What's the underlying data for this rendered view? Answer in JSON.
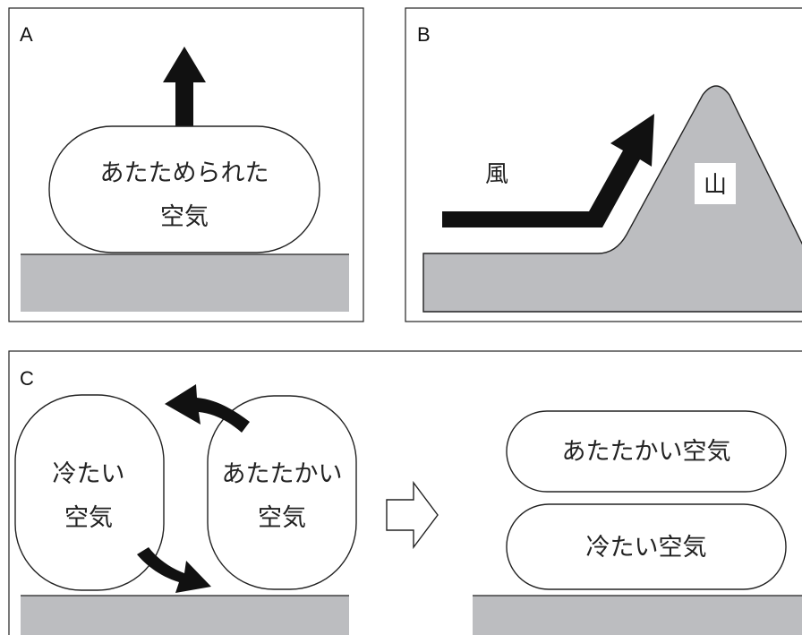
{
  "colors": {
    "ground": "#bcbdc0",
    "outline": "#222222",
    "arrow": "#111111",
    "background": "#ffffff"
  },
  "panels": {
    "a": {
      "label": "A",
      "bubble_line1": "あたためられた",
      "bubble_line2": "空気"
    },
    "b": {
      "label": "B",
      "wind_label": "風",
      "mountain_label": "山"
    },
    "c": {
      "label": "C",
      "cold_line1": "冷たい",
      "cold_line2": "空気",
      "warm_line1": "あたたかい",
      "warm_line2": "空気",
      "result_warm": "あたたかい空気",
      "result_cold": "冷たい空気"
    }
  },
  "icons": [
    "up-arrow-icon",
    "wind-arrow-icon",
    "curved-arrow-icon",
    "hollow-right-arrow-icon"
  ]
}
